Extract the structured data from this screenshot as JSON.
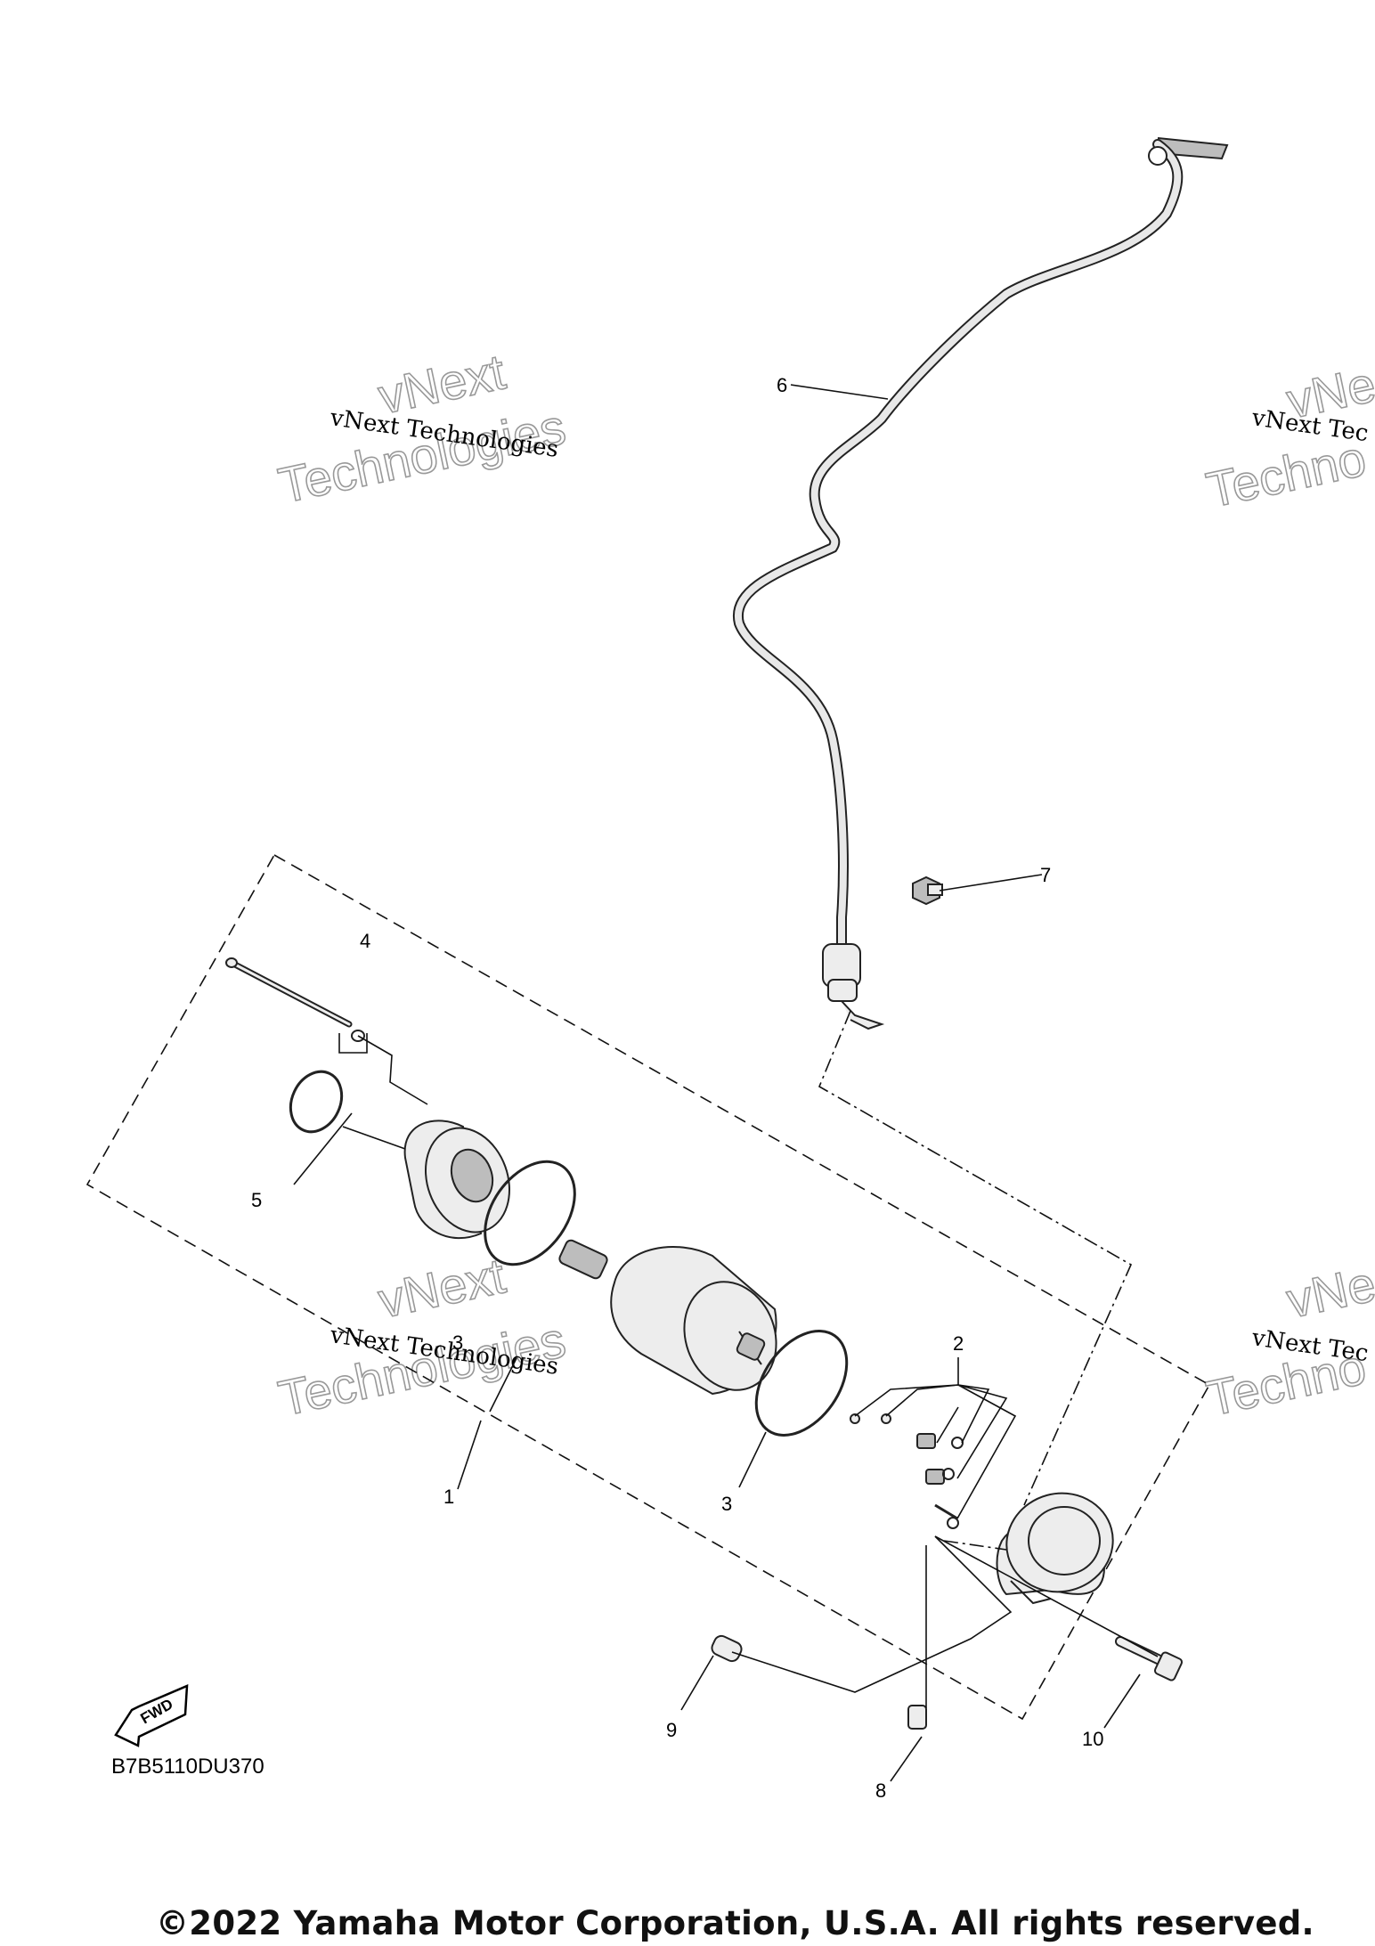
{
  "diagram_code": "B7B5110DU370",
  "copyright": "©2022 Yamaha Motor Corporation, U.S.A. All rights reserved.",
  "watermark": {
    "small": "vNext Technologies",
    "big_line1": "vNext",
    "big_line2": "Technologies",
    "small_cut": "vNext Tec",
    "big_cut_line1": "vNe",
    "big_cut_line2": "Techno"
  },
  "fwd_label": "FWD",
  "callouts": {
    "c1": "1",
    "c2": "2",
    "c3a": "3",
    "c3b": "3",
    "c4": "4",
    "c5": "5",
    "c6": "6",
    "c7": "7",
    "c8": "8",
    "c9": "9",
    "c10": "10"
  }
}
